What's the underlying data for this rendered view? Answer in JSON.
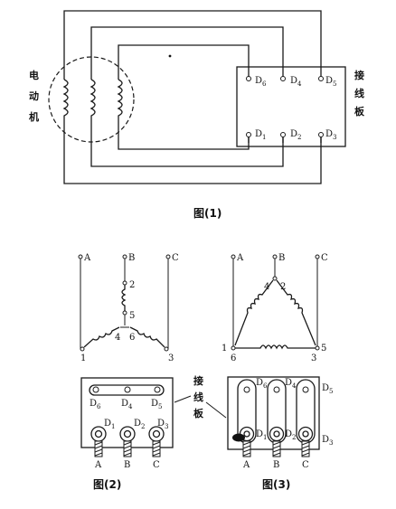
{
  "fig1": {
    "motor_label": [
      "电",
      "动",
      "机"
    ],
    "board_label": [
      "接",
      "线",
      "板"
    ],
    "top_terminals": [
      {
        "base": "D",
        "sub": "6"
      },
      {
        "base": "D",
        "sub": "4"
      },
      {
        "base": "D",
        "sub": "5"
      }
    ],
    "bottom_terminals": [
      {
        "base": "D",
        "sub": "1"
      },
      {
        "base": "D",
        "sub": "2"
      },
      {
        "base": "D",
        "sub": "3"
      }
    ],
    "caption": "图(1)"
  },
  "fig2": {
    "lines": [
      "A",
      "B",
      "C"
    ],
    "nodes": [
      "2",
      "5",
      "4",
      "6",
      "1",
      "3"
    ],
    "board_top": [
      {
        "base": "D",
        "sub": "6"
      },
      {
        "base": "D",
        "sub": "4"
      },
      {
        "base": "D",
        "sub": "5"
      }
    ],
    "board_bottom": [
      {
        "base": "D",
        "sub": "1"
      },
      {
        "base": "D",
        "sub": "2"
      },
      {
        "base": "D",
        "sub": "3"
      }
    ],
    "feeds": [
      "A",
      "B",
      "C"
    ],
    "caption": "图(2)"
  },
  "fig3": {
    "lines": [
      "A",
      "B",
      "C"
    ],
    "nodes": [
      "4",
      "2",
      "1",
      "6",
      "3",
      "5"
    ],
    "board_top": [
      {
        "base": "D",
        "sub": "6"
      },
      {
        "base": "D",
        "sub": "4"
      },
      {
        "base": "D",
        "sub": "5"
      }
    ],
    "board_bottom": [
      {
        "base": "D",
        "sub": "1"
      },
      {
        "base": "D",
        "sub": "2"
      },
      {
        "base": "D",
        "sub": "3"
      }
    ],
    "feeds": [
      "A",
      "B",
      "C"
    ],
    "caption": "图(3)"
  },
  "board_callout": [
    "接",
    "线",
    "板"
  ]
}
